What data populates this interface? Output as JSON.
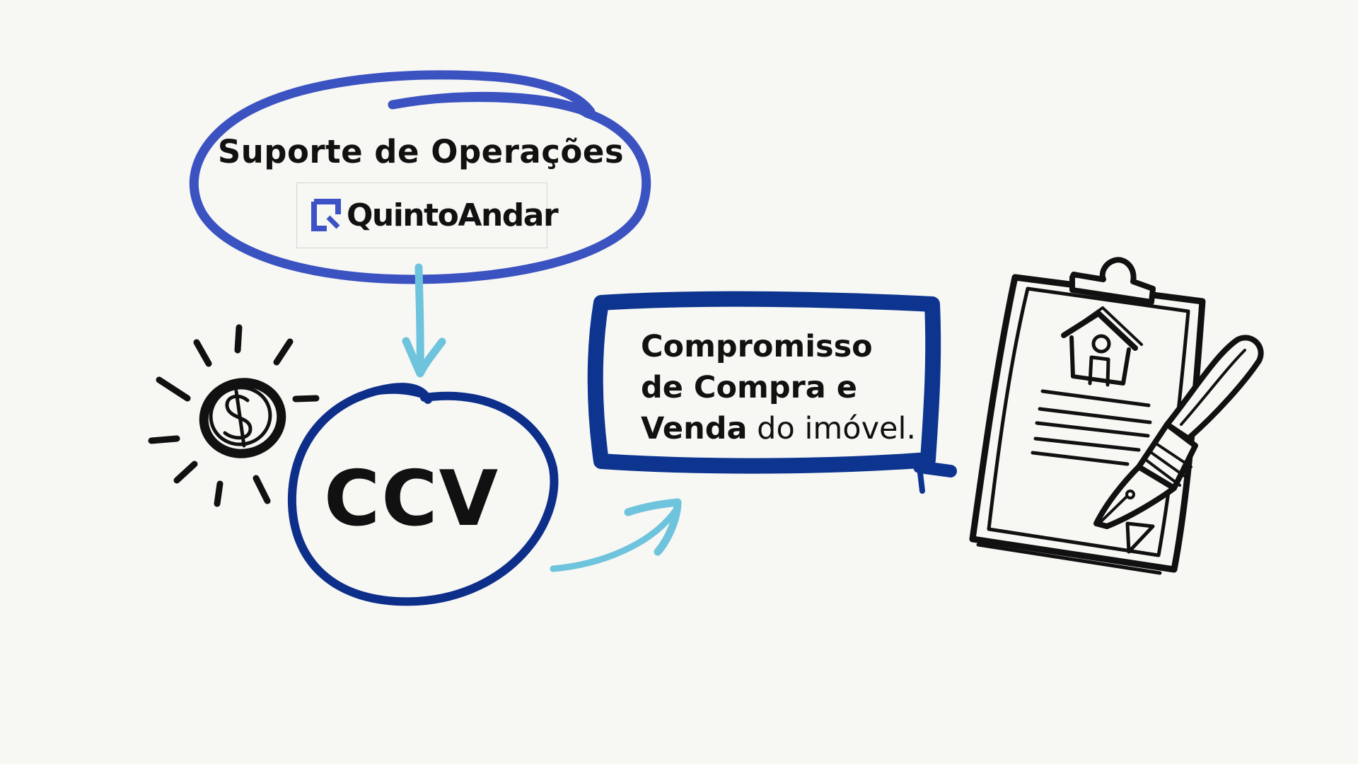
{
  "operations": {
    "title": "Suporte de Operações"
  },
  "logo": {
    "brand": "QuintoAndar",
    "color": "#3d53c5"
  },
  "center": {
    "label": "CCV"
  },
  "description": {
    "line1": "Compromisso",
    "line2": "de Compra e",
    "line3_bold": "Venda",
    "line3_rest": " do imóvel."
  },
  "colors": {
    "oval": "#3b52c1",
    "circle": "#0d2f8a",
    "box": "#0d3590",
    "arrow": "#6ec3dd",
    "ink": "#111111",
    "background": "#f7f7f4"
  },
  "icons": [
    "coin-dollar-icon",
    "contract-clipboard-icon",
    "fountain-pen-icon",
    "house-icon"
  ]
}
